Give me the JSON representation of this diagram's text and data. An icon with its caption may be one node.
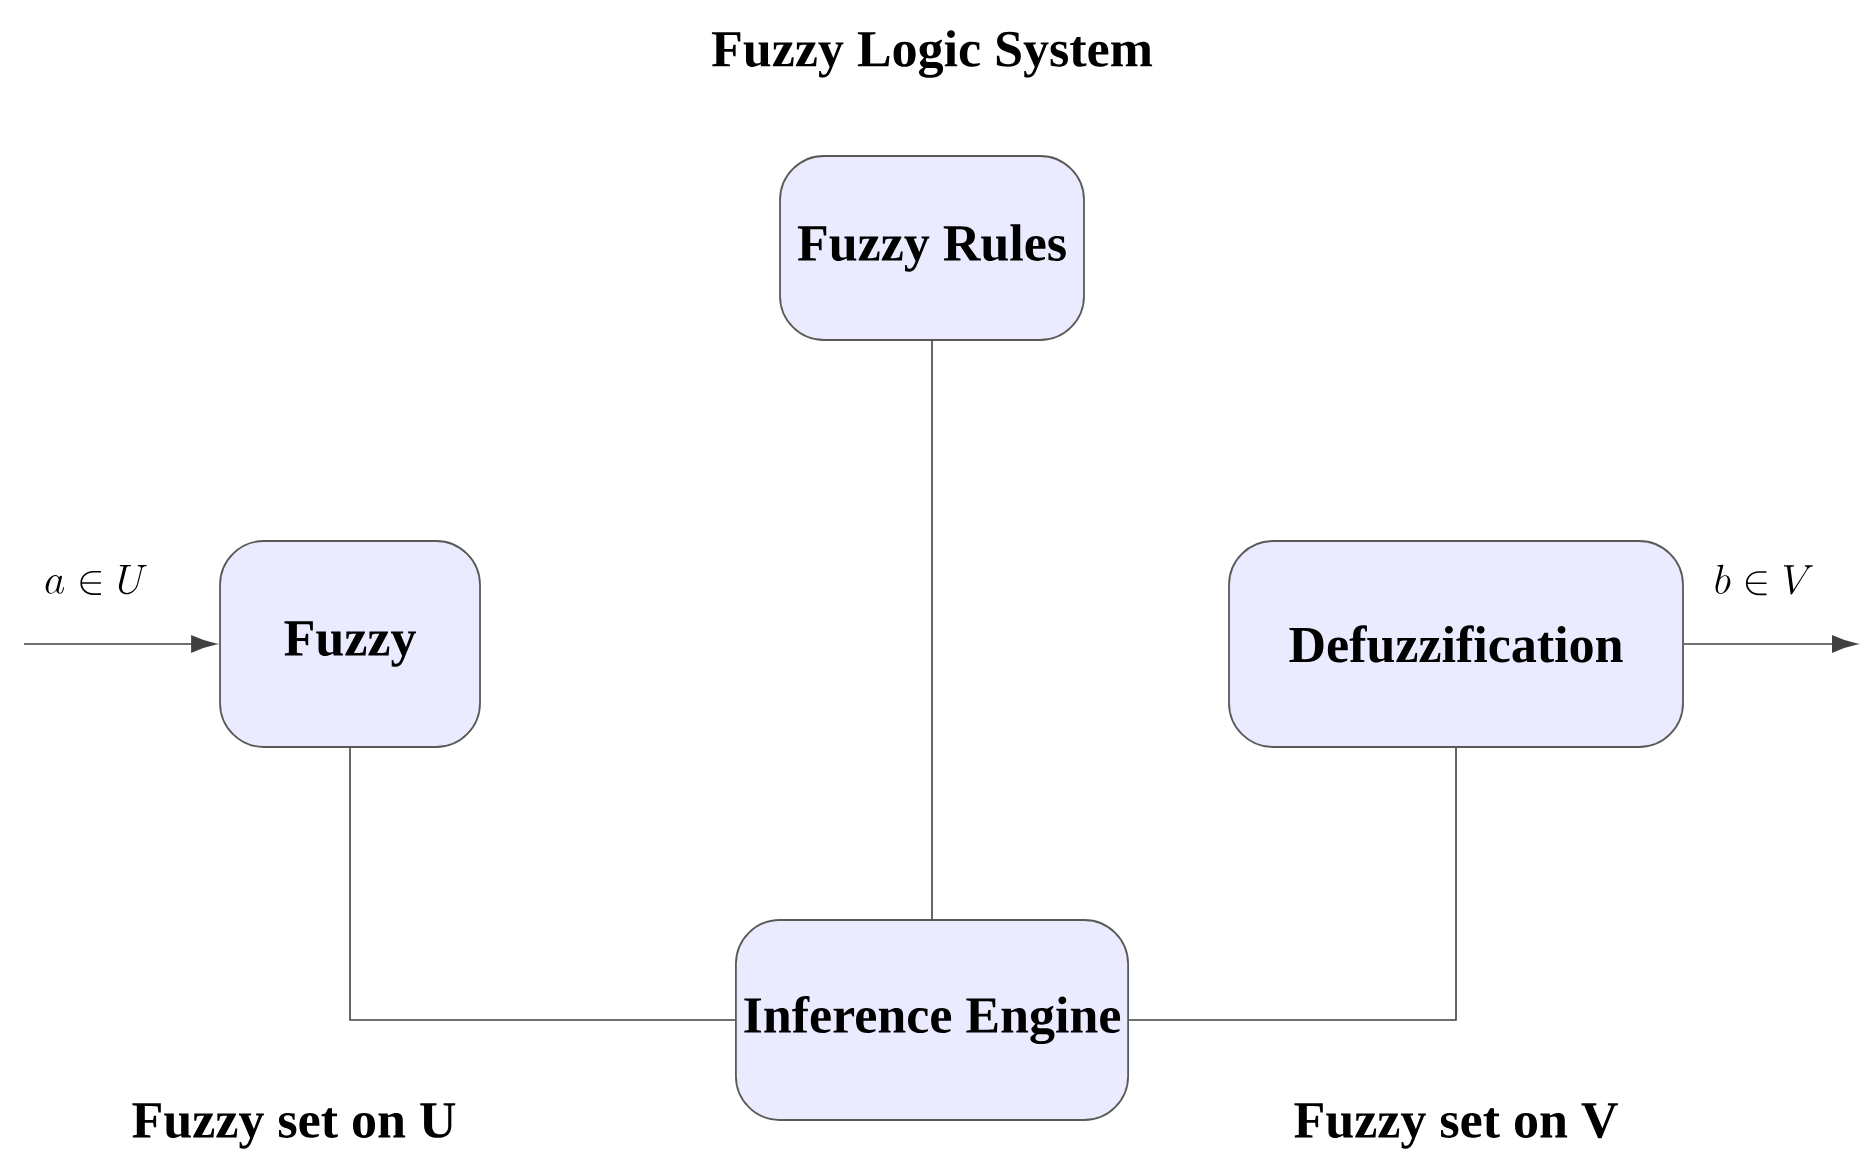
{
  "diagram": {
    "title": "Fuzzy Logic System",
    "nodes": [
      {
        "text": [
          "Fuzzy Rules"
        ]
      },
      {
        "text": [
          "Fuzzy"
        ]
      },
      {
        "text": [
          "Defuzzification"
        ]
      },
      {
        "text": [
          "Inference Engine"
        ]
      }
    ],
    "edges": [
      {
        "from": null,
        "to": 1,
        "arrow": "to",
        "label": "a \\in U"
      },
      {
        "from": 2,
        "to": null,
        "arrow": "to",
        "label": "b \\in V"
      },
      {
        "from": 0,
        "to": 3,
        "arrow": "none"
      },
      {
        "from": 1,
        "to": 3,
        "arrow": "none"
      },
      {
        "from": 2,
        "to": 3,
        "arrow": "none"
      }
    ],
    "labels": [
      "Fuzzy set on U",
      "Fuzzy set on V"
    ]
  }
}
